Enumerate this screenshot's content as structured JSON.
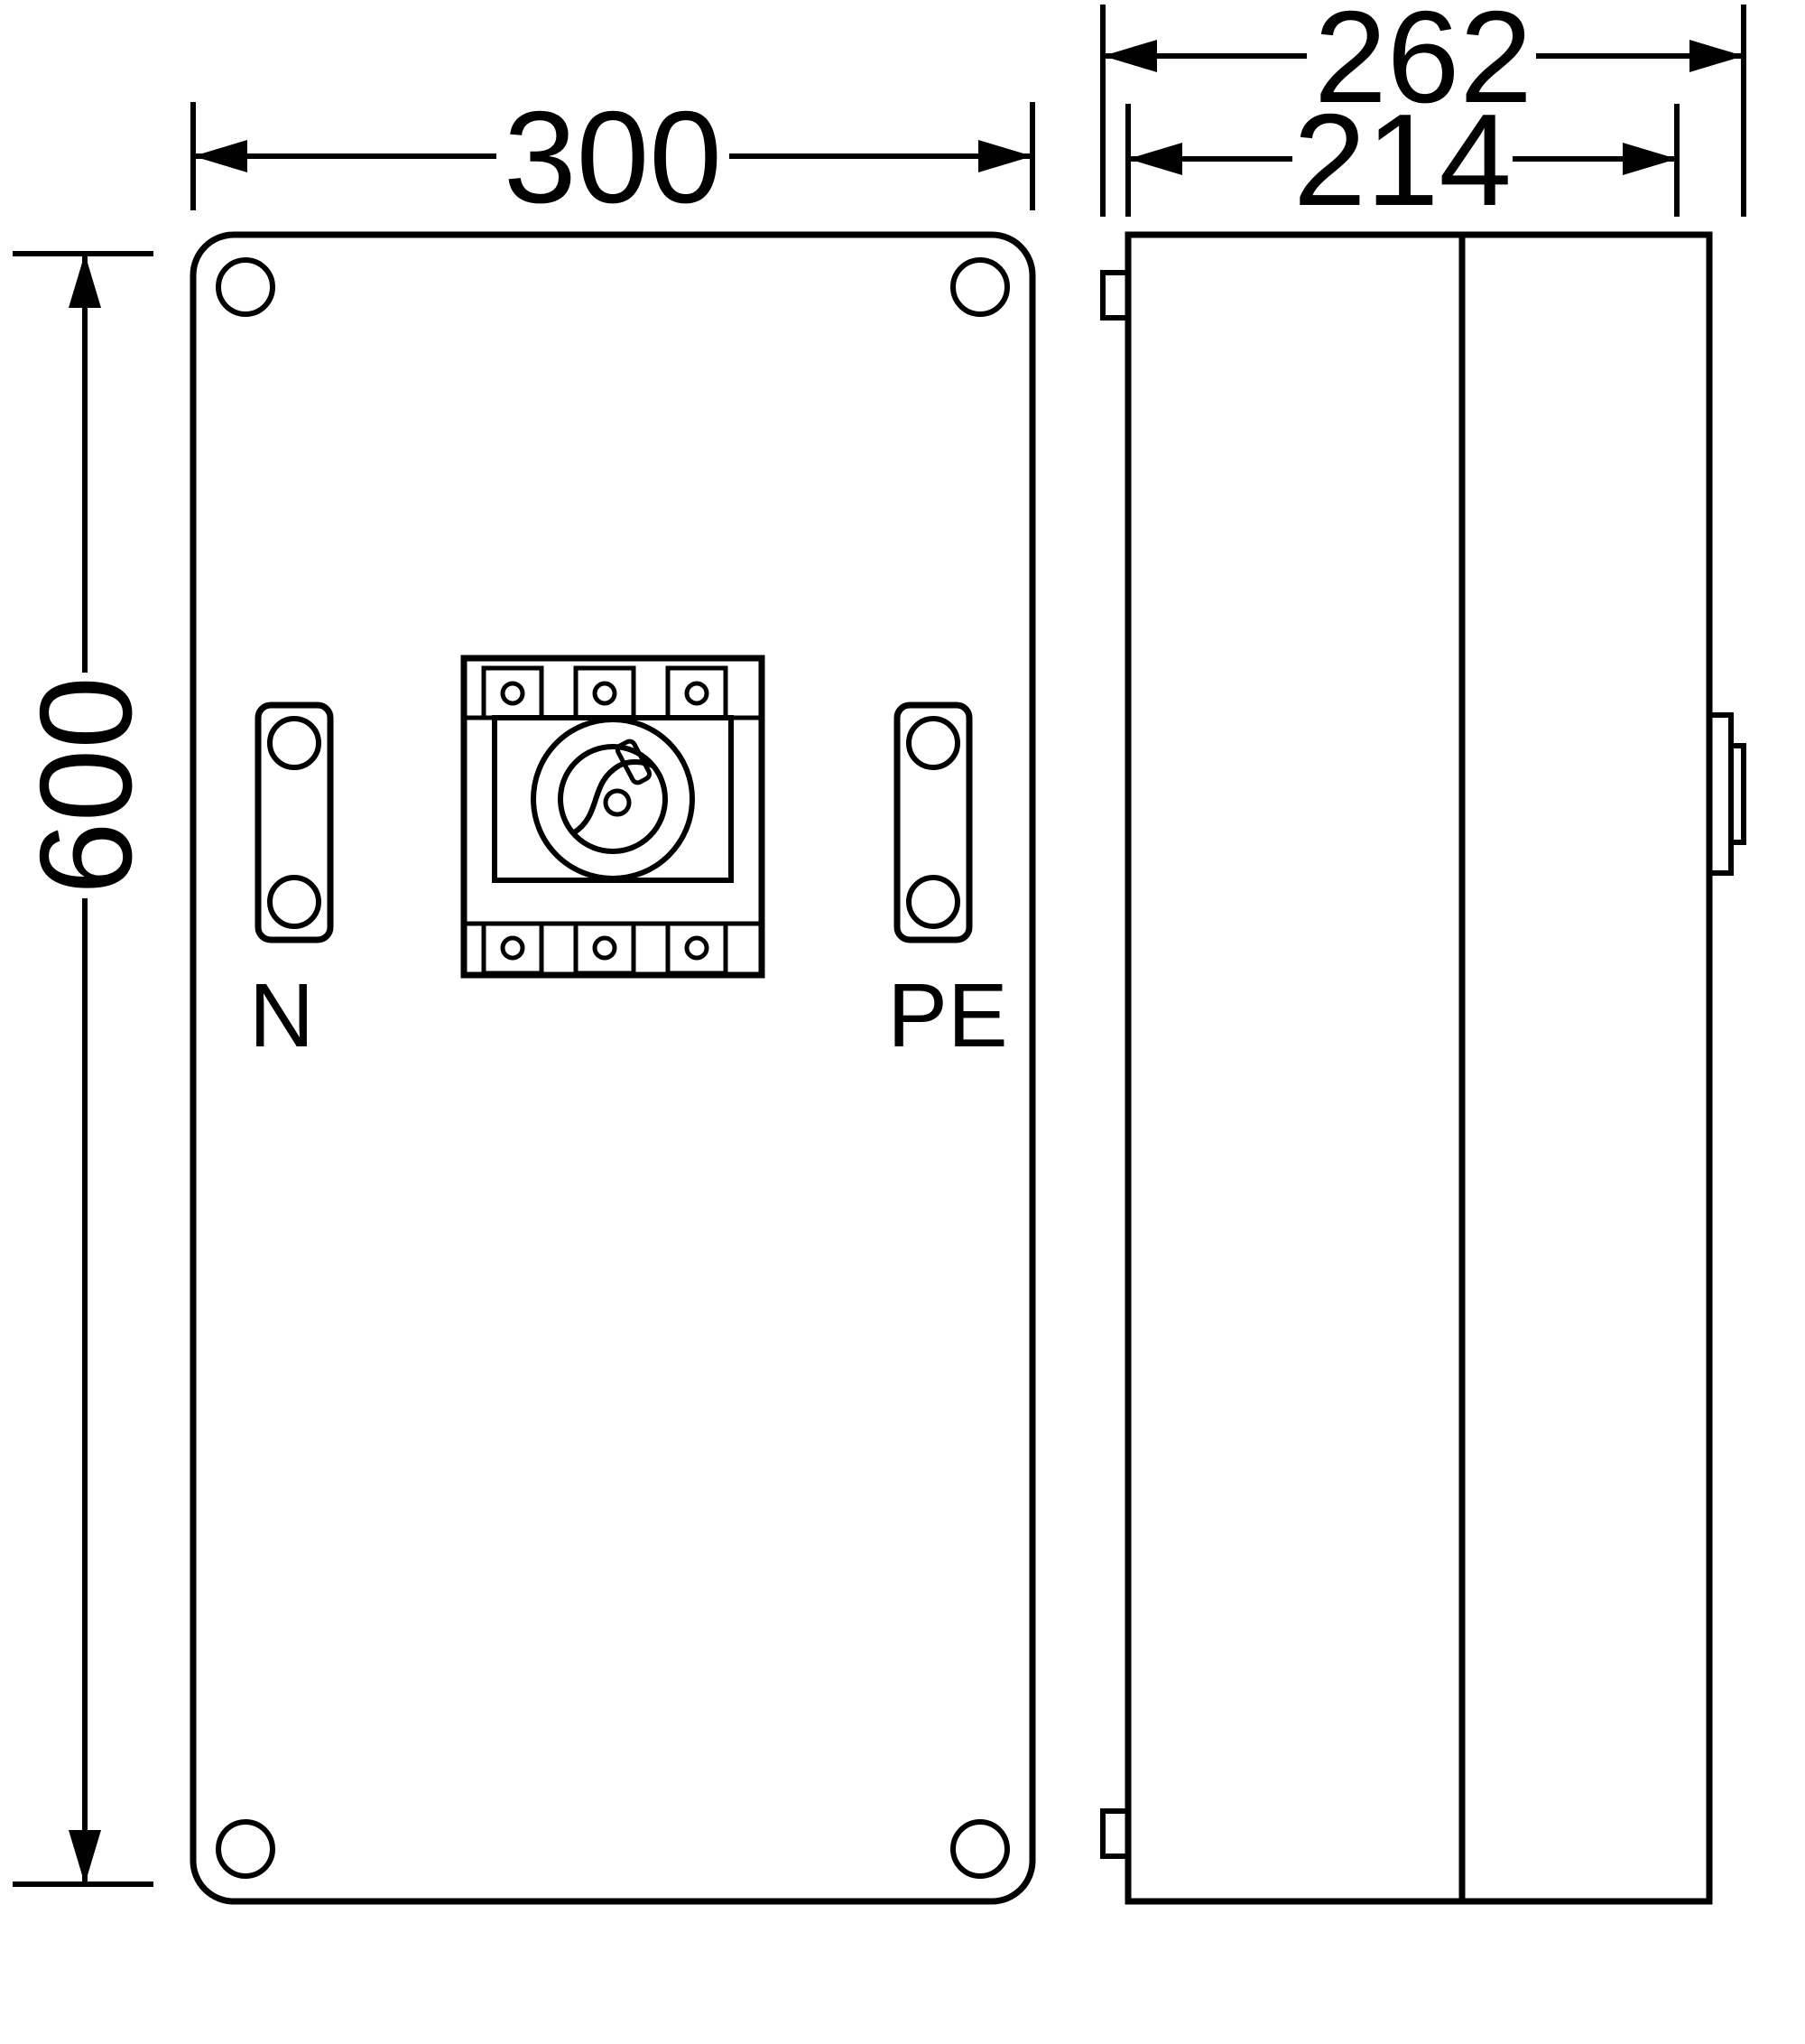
{
  "drawing": {
    "front_view": {
      "width_dim": "300",
      "height_dim": "600",
      "terminal_left": "N",
      "terminal_right": "PE"
    },
    "side_view": {
      "depth_total_dim": "262",
      "depth_inner_dim": "214"
    },
    "colors": {
      "line": "#000000",
      "background": "#ffffff"
    }
  }
}
